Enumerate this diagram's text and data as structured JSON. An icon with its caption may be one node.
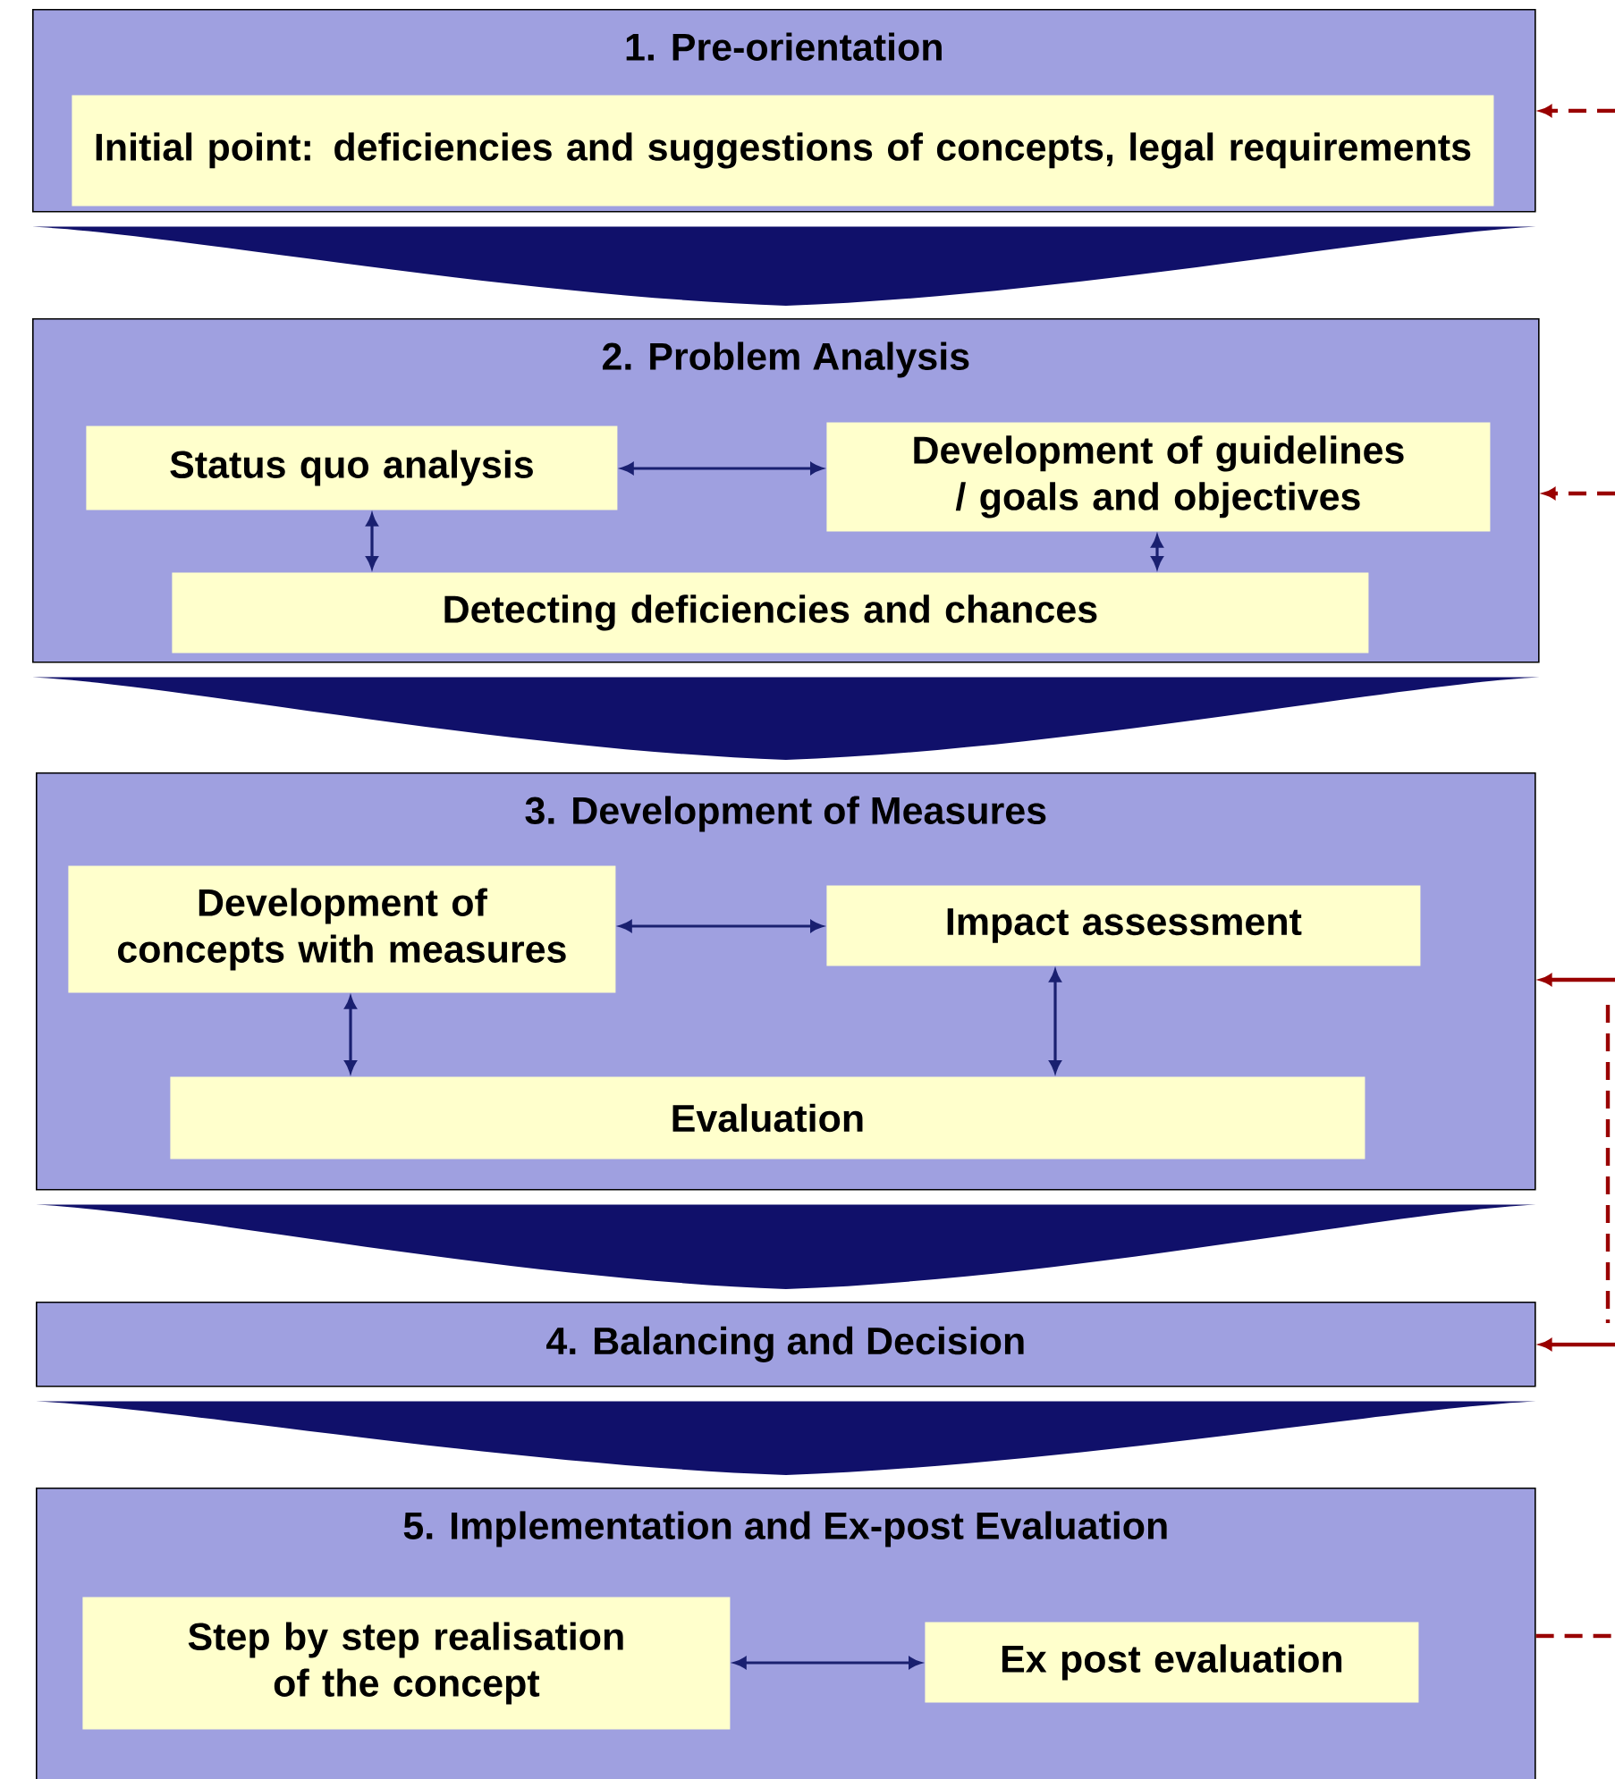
{
  "diagram": {
    "nodes": [
      {
        "text": [
          "1. Pre-orientation"
        ]
      },
      {
        "text": [
          "Initial point: deficiencies and suggestions of concepts, legal requirements"
        ],
        "in": 0
      },
      {
        "text": [
          "2. Problem Analysis"
        ]
      },
      {
        "text": [
          "Status quo analysis"
        ],
        "in": 2
      },
      {
        "text": [
          "Development of guidelines / goals and objectives"
        ],
        "in": 2
      },
      {
        "text": [
          "Detecting deficiencies and chances"
        ],
        "in": 2
      },
      {
        "text": [
          "3. Development of Measures"
        ]
      },
      {
        "text": [
          "Development of concepts with measures"
        ],
        "in": 6
      },
      {
        "text": [
          "Impact assessment"
        ],
        "in": 6
      },
      {
        "text": [
          "Evaluation"
        ],
        "in": 6
      },
      {
        "text": [
          "4. Balancing and Decision"
        ]
      },
      {
        "text": [
          "5. Implementation and Ex-post Evaluation"
        ]
      },
      {
        "text": [
          "Step by step realisation of the concept"
        ],
        "in": 11
      },
      {
        "text": [
          "Ex post evaluation"
        ],
        "in": 11
      }
    ],
    "edges": [
      {
        "from": 0,
        "to": 2,
        "arrow": "to",
        "style": "thick"
      },
      {
        "from": 2,
        "to": 6,
        "arrow": "to",
        "style": "thick"
      },
      {
        "from": 6,
        "to": 10,
        "arrow": "to",
        "style": "thick"
      },
      {
        "from": 10,
        "to": 11,
        "arrow": "to",
        "style": "thick"
      },
      {
        "from": 3,
        "to": 4,
        "arrow": "both"
      },
      {
        "from": 3,
        "to": 5,
        "arrow": "both"
      },
      {
        "from": 4,
        "to": 5,
        "arrow": "both"
      },
      {
        "from": 7,
        "to": 8,
        "arrow": "both"
      },
      {
        "from": 7,
        "to": 9,
        "arrow": "both"
      },
      {
        "from": 8,
        "to": 9,
        "arrow": "both"
      },
      {
        "from": 12,
        "to": 13,
        "arrow": "both"
      },
      {
        "from": null,
        "to": 0,
        "arrow": "to",
        "style": "dashed",
        "color": "#990000"
      },
      {
        "from": null,
        "to": 2,
        "arrow": "to",
        "style": "dashed",
        "color": "#990000"
      },
      {
        "from": null,
        "to": 6,
        "arrow": "to",
        "color": "#990000"
      },
      {
        "from": null,
        "to": 10,
        "arrow": "to",
        "color": "#990000"
      },
      {
        "from": 11,
        "to": null,
        "arrow": "none",
        "style": "dashed",
        "color": "#990000"
      }
    ]
  }
}
